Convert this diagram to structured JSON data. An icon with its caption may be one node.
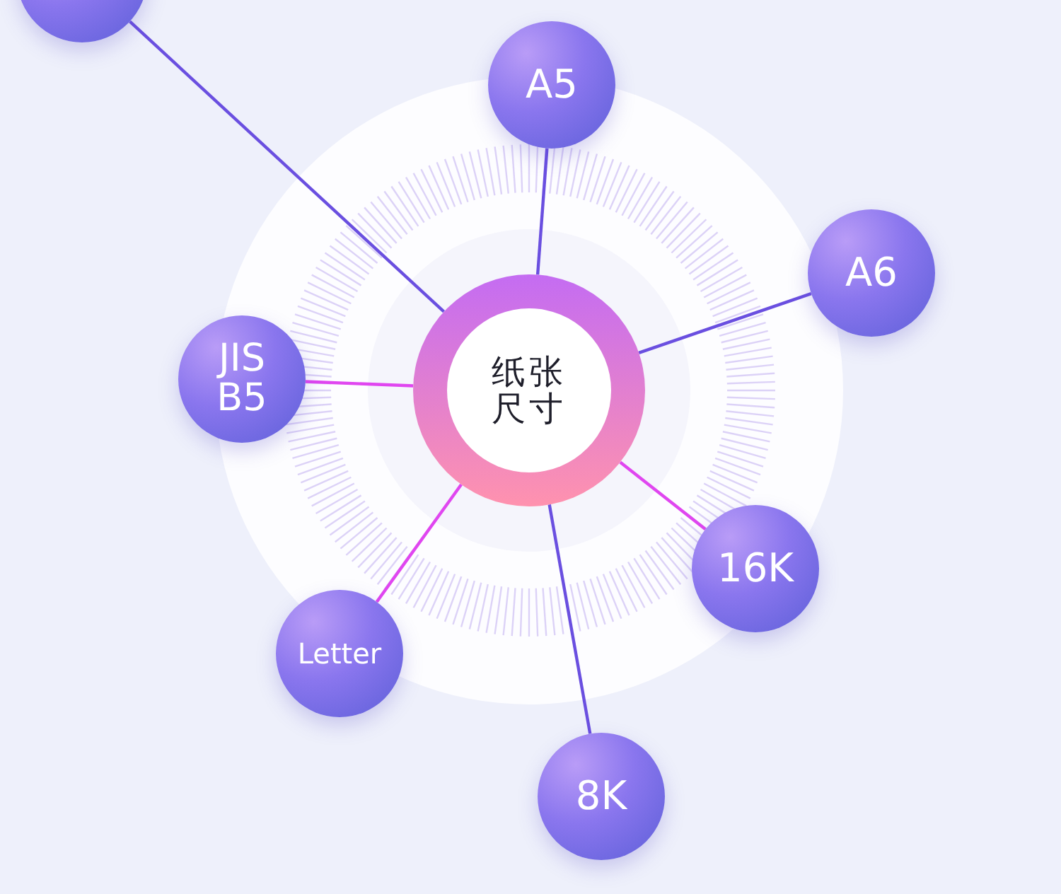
{
  "diagram": {
    "nodes": [
      {
        "text": [
          "纸张尺寸"
        ]
      },
      {
        "text": [],
        "shape": "circle"
      },
      {
        "text": [
          "A5"
        ]
      },
      {
        "text": [
          "A6"
        ]
      },
      {
        "text": [
          "JIS B5"
        ]
      },
      {
        "text": [
          "16K"
        ]
      },
      {
        "text": [
          "Letter"
        ]
      },
      {
        "text": [
          "8K"
        ]
      }
    ],
    "edges": [
      {
        "from": 0,
        "to": 1,
        "arrow": "none"
      },
      {
        "from": 0,
        "to": 2,
        "arrow": "none"
      },
      {
        "from": 0,
        "to": 3,
        "arrow": "none"
      },
      {
        "from": 0,
        "to": 4,
        "arrow": "none",
        "color": "#e046f0"
      },
      {
        "from": 0,
        "to": 5,
        "arrow": "none",
        "color": "#e046f0"
      },
      {
        "from": 0,
        "to": 6,
        "arrow": "none",
        "color": "#e046f0"
      },
      {
        "from": 0,
        "to": 7,
        "arrow": "none"
      }
    ]
  }
}
